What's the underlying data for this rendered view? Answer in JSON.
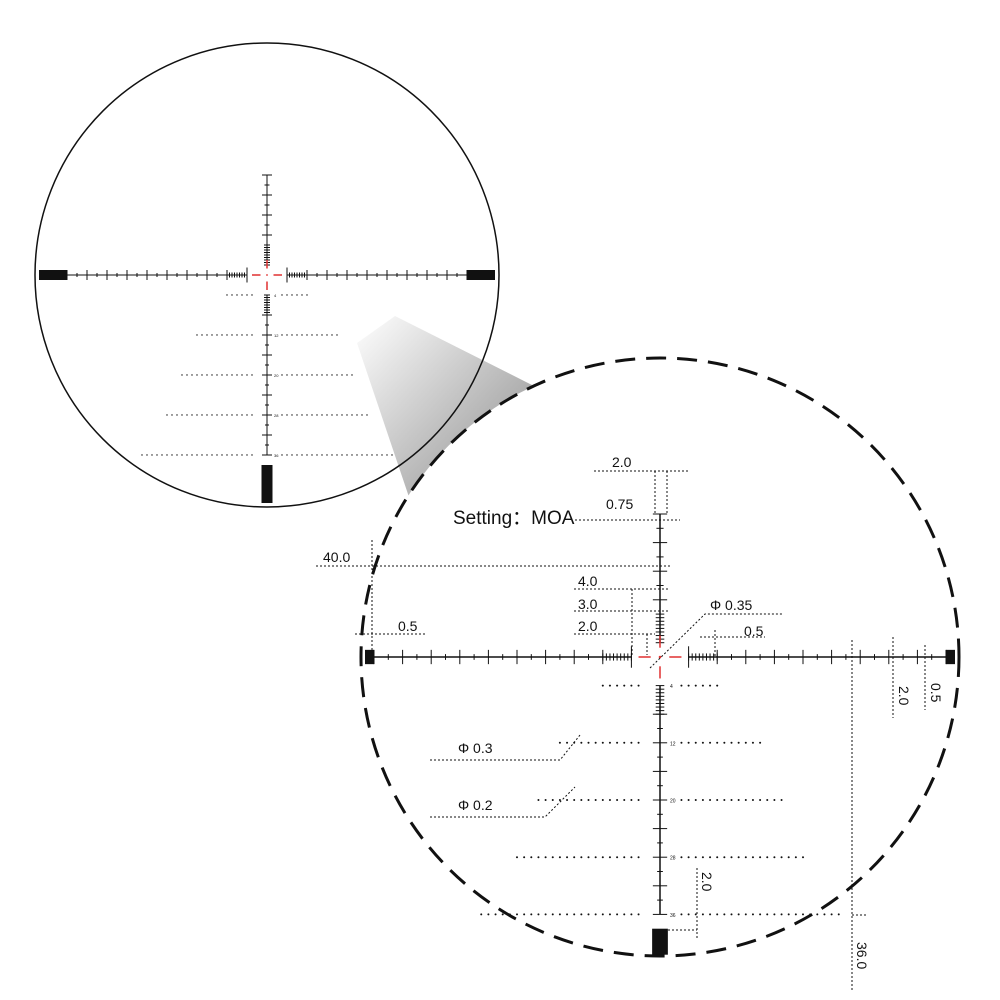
{
  "setting_label": "Setting：MOA",
  "reticle_color": "#111111",
  "center_dot_color": "#e03030",
  "subtension_labels": [
    "4",
    "12",
    "20",
    "28",
    "36"
  ],
  "dimensions": {
    "top_post_width": "2.0",
    "line_width": "0.75",
    "half_width": "40.0",
    "tick_4": "4.0",
    "tick_3": "3.0",
    "tick_2": "2.0",
    "center_dot": "Φ 0.35",
    "fine_tick_right": "0.5",
    "fine_tick_left": "0.5",
    "end_tick_height": "2.0",
    "end_tick_width": "0.5",
    "dot_row_12": "Φ 0.3",
    "dot_row_20": "Φ 0.2",
    "bottom_gap": "2.0",
    "bottom_depth": "36.0"
  }
}
